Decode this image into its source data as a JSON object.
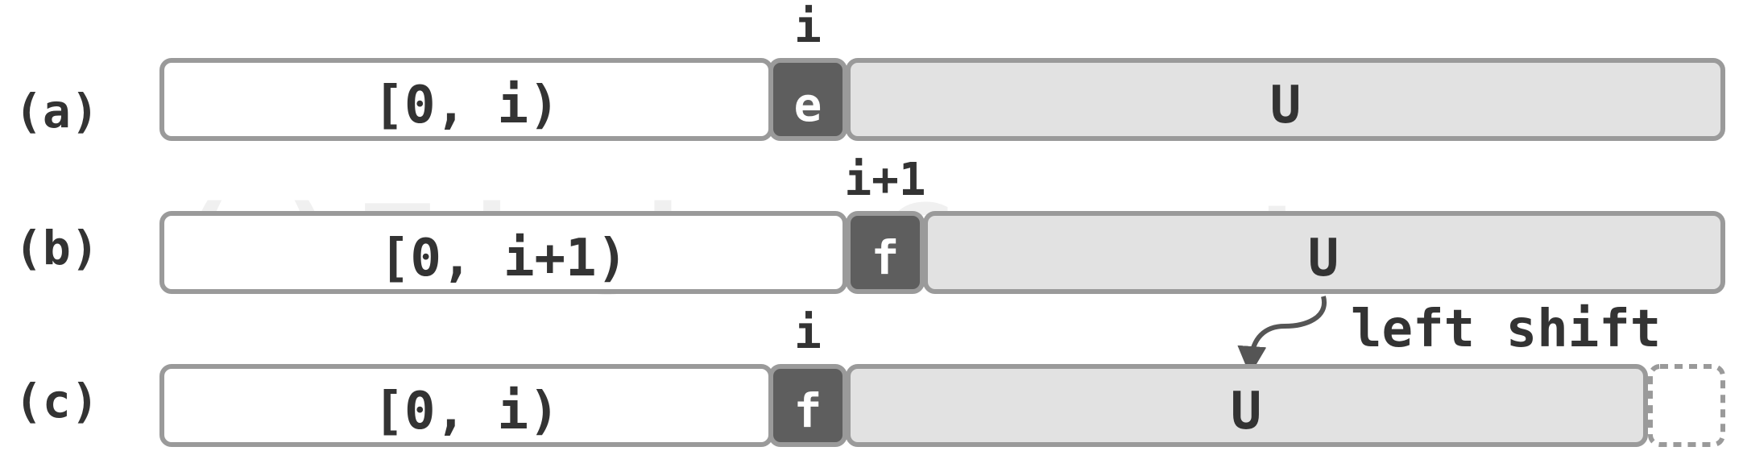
{
  "watermark": "(c) Tsinghua Computer",
  "rows": [
    {
      "tag": "(a)",
      "range": "[0, i)",
      "index": "i",
      "elem": "e",
      "rest": "U"
    },
    {
      "tag": "(b)",
      "range": "[0, i+1)",
      "index": "i+1",
      "elem": "f",
      "rest": "U"
    },
    {
      "tag": "(c)",
      "range": "[0, i)",
      "index": "i",
      "elem": "f",
      "rest": "U"
    }
  ],
  "shift_label": "left shift",
  "colors": {
    "border": "#9a9a9a",
    "prefix_fill": "#ffffff",
    "suffix_fill": "#e2e2e2",
    "element_fill": "#5e5e5e",
    "text": "#333333"
  }
}
